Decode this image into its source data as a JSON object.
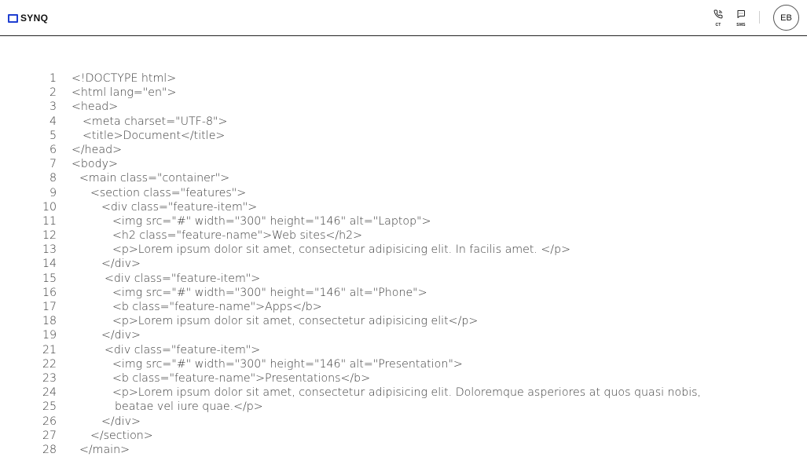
{
  "header": {
    "logo_text": "SYNQ",
    "call_label": "CT",
    "sms_label": "SMS",
    "avatar_initials": "EB"
  },
  "code_lines": [
    {
      "n": "1",
      "indent": 0,
      "text": "<!DOCTYPE html>"
    },
    {
      "n": "2",
      "indent": 0,
      "text": "<html lang=\"en\">"
    },
    {
      "n": "3",
      "indent": 0,
      "text": "<head>"
    },
    {
      "n": "4",
      "indent": 14,
      "text": "<meta charset=\"UTF-8\">"
    },
    {
      "n": "5",
      "indent": 14,
      "text": "<title>Document</title>"
    },
    {
      "n": "6",
      "indent": 0,
      "text": "</head>"
    },
    {
      "n": "7",
      "indent": 0,
      "text": "<body>"
    },
    {
      "n": "8",
      "indent": 10,
      "text": "<main class=\"container\">"
    },
    {
      "n": "9",
      "indent": 24,
      "text": "<section class=\"features\">"
    },
    {
      "n": "10",
      "indent": 38,
      "text": "<div class=\"feature-item\">"
    },
    {
      "n": "11",
      "indent": 52,
      "text": "<img src=\"#\" width=\"300\" height=\"146\" alt=\"Laptop\">"
    },
    {
      "n": "12",
      "indent": 52,
      "text": "<h2 class=\"feature-name\">Web sites</h2>"
    },
    {
      "n": "13",
      "indent": 52,
      "text": "<p>Lorem ipsum dolor sit amet, consectetur adipisicing elit. In facilis amet. </p>"
    },
    {
      "n": "14",
      "indent": 38,
      "text": "</div>"
    },
    {
      "n": "15",
      "indent": 42,
      "text": "<div class=\"feature-item\">"
    },
    {
      "n": "16",
      "indent": 52,
      "text": "<img src=\"#\" width=\"300\" height=\"146\" alt=\"Phone\">"
    },
    {
      "n": "17",
      "indent": 52,
      "text": "<b class=\"feature-name\">Apps</b>"
    },
    {
      "n": "18",
      "indent": 52,
      "text": "<p>Lorem ipsum dolor sit amet, consectetur adipisicing elit</p>"
    },
    {
      "n": "19",
      "indent": 38,
      "text": "</div>"
    },
    {
      "n": "21",
      "indent": 42,
      "text": "<div class=\"feature-item\">"
    },
    {
      "n": "22",
      "indent": 52,
      "text": "<img src=\"#\" width=\"300\" height=\"146\" alt=\"Presentation\">"
    },
    {
      "n": "23",
      "indent": 52,
      "text": "<b class=\"feature-name\">Presentations</b>"
    },
    {
      "n": "24",
      "indent": 52,
      "text": "<p>Lorem ipsum dolor sit amet, consectetur adipisicing elit. Doloremque asperiores at quos quasi nobis,"
    },
    {
      "n": "25",
      "indent": 55,
      "text": "beatae vel iure quae.</p>"
    },
    {
      "n": "26",
      "indent": 38,
      "text": "</div>"
    },
    {
      "n": "27",
      "indent": 24,
      "text": "</section>"
    },
    {
      "n": "28",
      "indent": 10,
      "text": "</main>"
    }
  ]
}
